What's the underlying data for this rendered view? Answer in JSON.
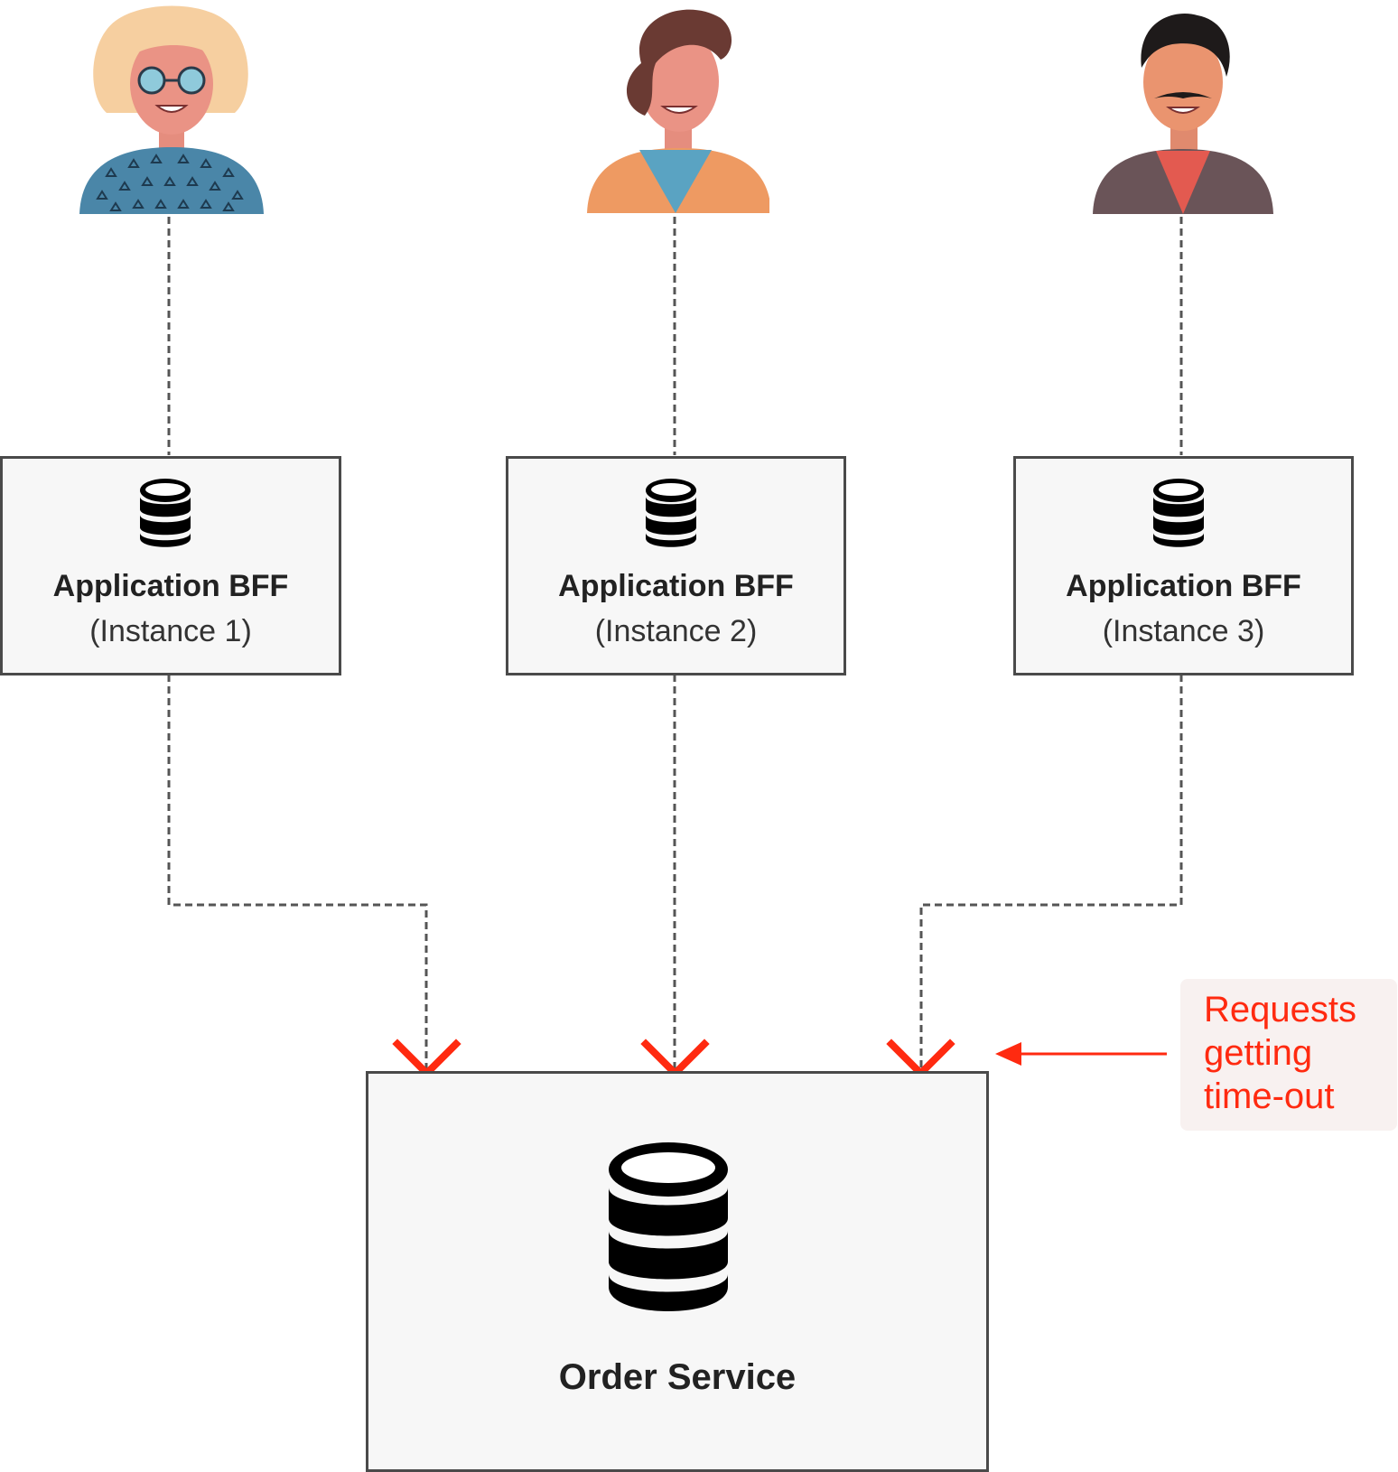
{
  "diagram": {
    "users": [
      {
        "name": "user-1-avatar",
        "style": "blonde-glasses-woman"
      },
      {
        "name": "user-2-avatar",
        "style": "brunette-woman"
      },
      {
        "name": "user-3-avatar",
        "style": "mustache-man"
      }
    ],
    "bff_instances": [
      {
        "title": "Application BFF",
        "subtitle": "(Instance 1)"
      },
      {
        "title": "Application BFF",
        "subtitle": "(Instance 2)"
      },
      {
        "title": "Application BFF",
        "subtitle": "(Instance 3)"
      }
    ],
    "service": {
      "title": "Order Service"
    },
    "callout": {
      "lines": [
        "Requests",
        "getting",
        "time-out"
      ]
    },
    "icons": {
      "node": "database-icon",
      "failure": "x-mark-icon",
      "pointer": "arrow-left-icon"
    },
    "colors": {
      "accent": "#ff2a10",
      "connector": "#555555",
      "box_fill": "#f7f7f7",
      "box_border": "#4a4a4a",
      "callout_fill": "#f8f1f0"
    }
  }
}
